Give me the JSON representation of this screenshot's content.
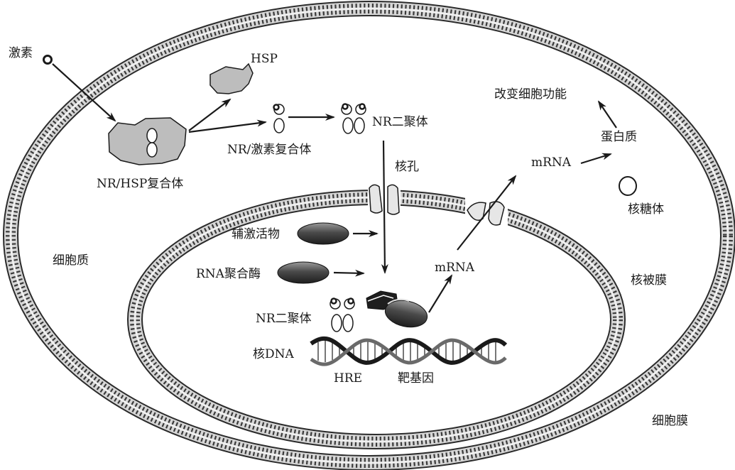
{
  "labels": {
    "hormone": "激素",
    "hsp": "HSP",
    "nr_hsp_complex": "NR/HSP复合体",
    "nr_hormone_complex": "NR/激素复合体",
    "nr_dimer_top": "NR二聚体",
    "nuclear_pore": "核孔",
    "coactivator": "辅激活物",
    "rna_polymerase": "RNA聚合酶",
    "nr_dimer_nucleus": "NR二聚体",
    "nuclear_dna": "核DNA",
    "hre": "HRE",
    "target_gene": "靶基因",
    "mrna_nucleus": "mRNA",
    "mrna_cytoplasm": "mRNA",
    "protein": "蛋白质",
    "change_function": "改变细胞功能",
    "ribosome": "核糖体",
    "cytoplasm": "细胞质",
    "nuclear_envelope": "核被膜",
    "cell_membrane": "细胞膜"
  },
  "colors": {
    "membrane_fill": "#d4d4d4",
    "membrane_stroke": "#2b2b2b",
    "protein_gray": "#bdbdbd",
    "ellipse_dark": "#555555",
    "arrow": "#1a1a1a"
  }
}
